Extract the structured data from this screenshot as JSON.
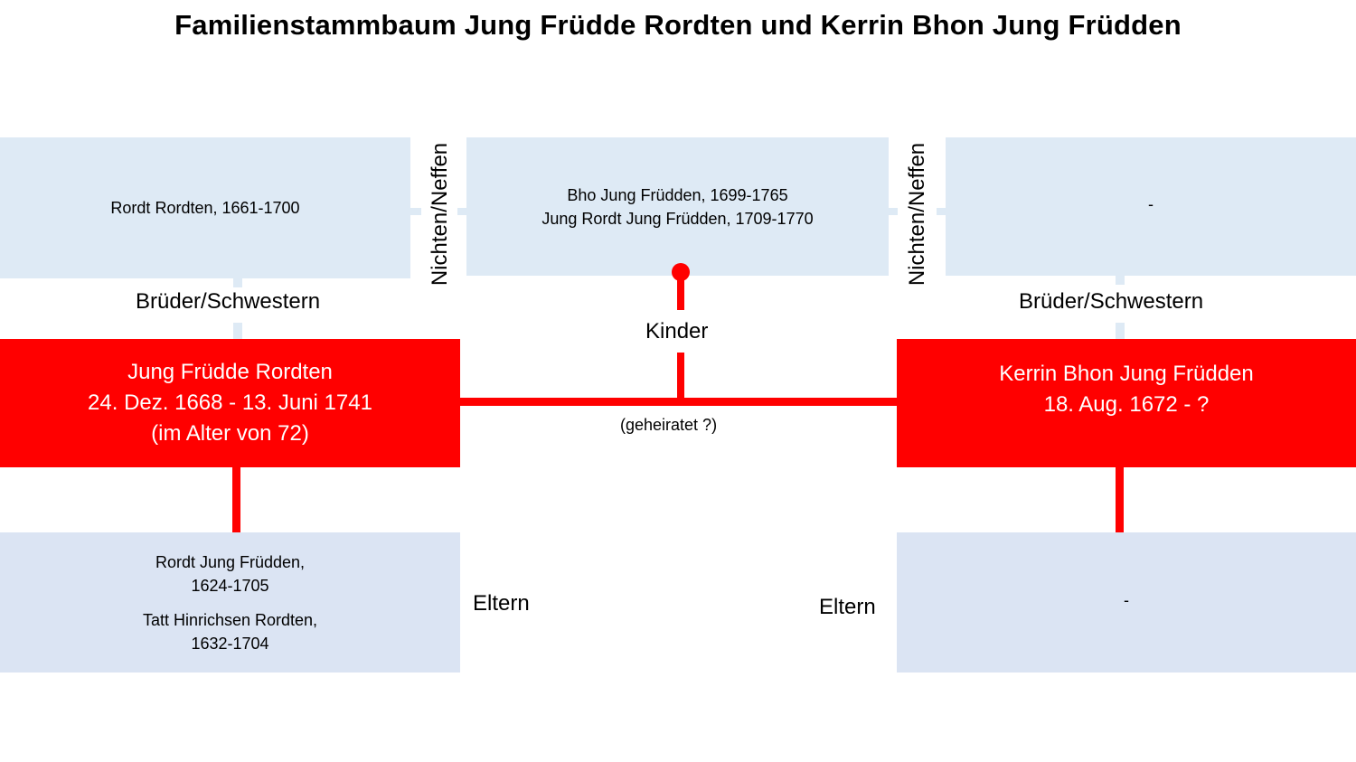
{
  "title": "Familienstammbaum Jung Früdde Rordten und Kerrin Bhon Jung Früdden",
  "left_siblings": {
    "line1": "Rordt Rordten, 1661-1700"
  },
  "children": {
    "line1": "Bho Jung Früdden, 1699-1765",
    "line2": "Jung Rordt Jung Früdden, 1709-1770"
  },
  "right_siblings": {
    "line1": "-"
  },
  "person_left": {
    "name": "Jung Früdde Rordten",
    "dates": "24. Dez. 1668 - 13. Juni 1741",
    "age": "(im Alter von 72)"
  },
  "person_right": {
    "name": "Kerrin Bhon Jung Früdden",
    "dates": "18. Aug. 1672 - ?"
  },
  "parents_left": {
    "father_name": "Rordt Jung Früdden,",
    "father_dates": "1624-1705",
    "mother_name": "Tatt Hinrichsen Rordten,",
    "mother_dates": "1632-1704"
  },
  "parents_right": {
    "line1": "-"
  },
  "labels": {
    "siblings_left": "Brüder/Schwestern",
    "siblings_right": "Brüder/Schwestern",
    "nieces_left": "Nichten/Neffen",
    "nieces_right": "Nichten/Neffen",
    "children": "Kinder",
    "married": "(geheiratet ?)",
    "parents_left": "Eltern",
    "parents_right": "Eltern"
  },
  "colors": {
    "red": "#ff0000",
    "light_blue": "#deeaf5",
    "parent_blue": "#dbe4f3"
  }
}
